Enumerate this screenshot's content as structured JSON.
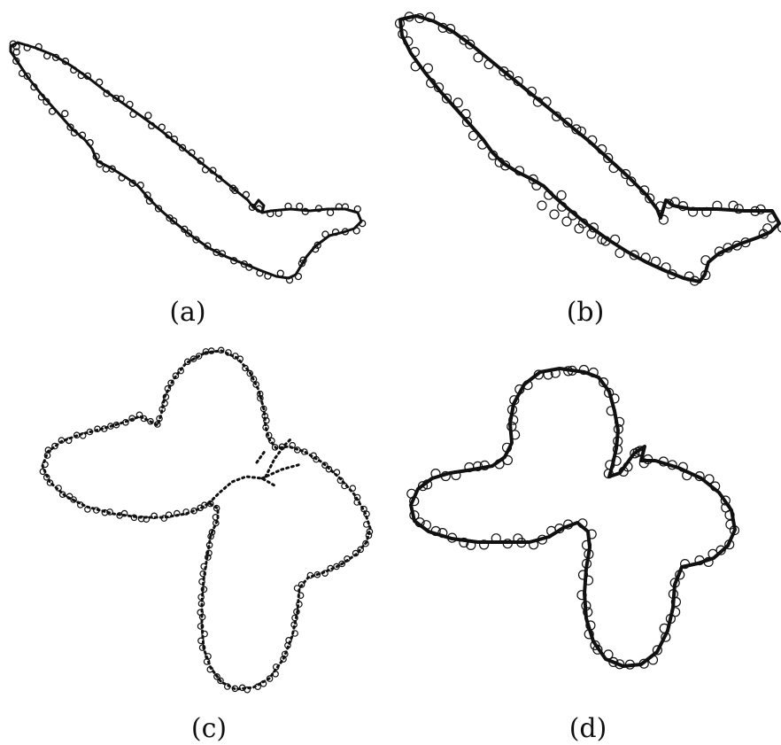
{
  "panels": [
    {
      "id": "a",
      "label": "(a)",
      "shape": "airplane",
      "contour_style": "solid"
    },
    {
      "id": "b",
      "label": "(b)",
      "shape": "airplane",
      "contour_style": "solid-bold"
    },
    {
      "id": "c",
      "label": "(c)",
      "shape": "butterfly",
      "contour_style": "dotted"
    },
    {
      "id": "d",
      "label": "(d)",
      "shape": "butterfly",
      "contour_style": "solid-bold"
    }
  ]
}
